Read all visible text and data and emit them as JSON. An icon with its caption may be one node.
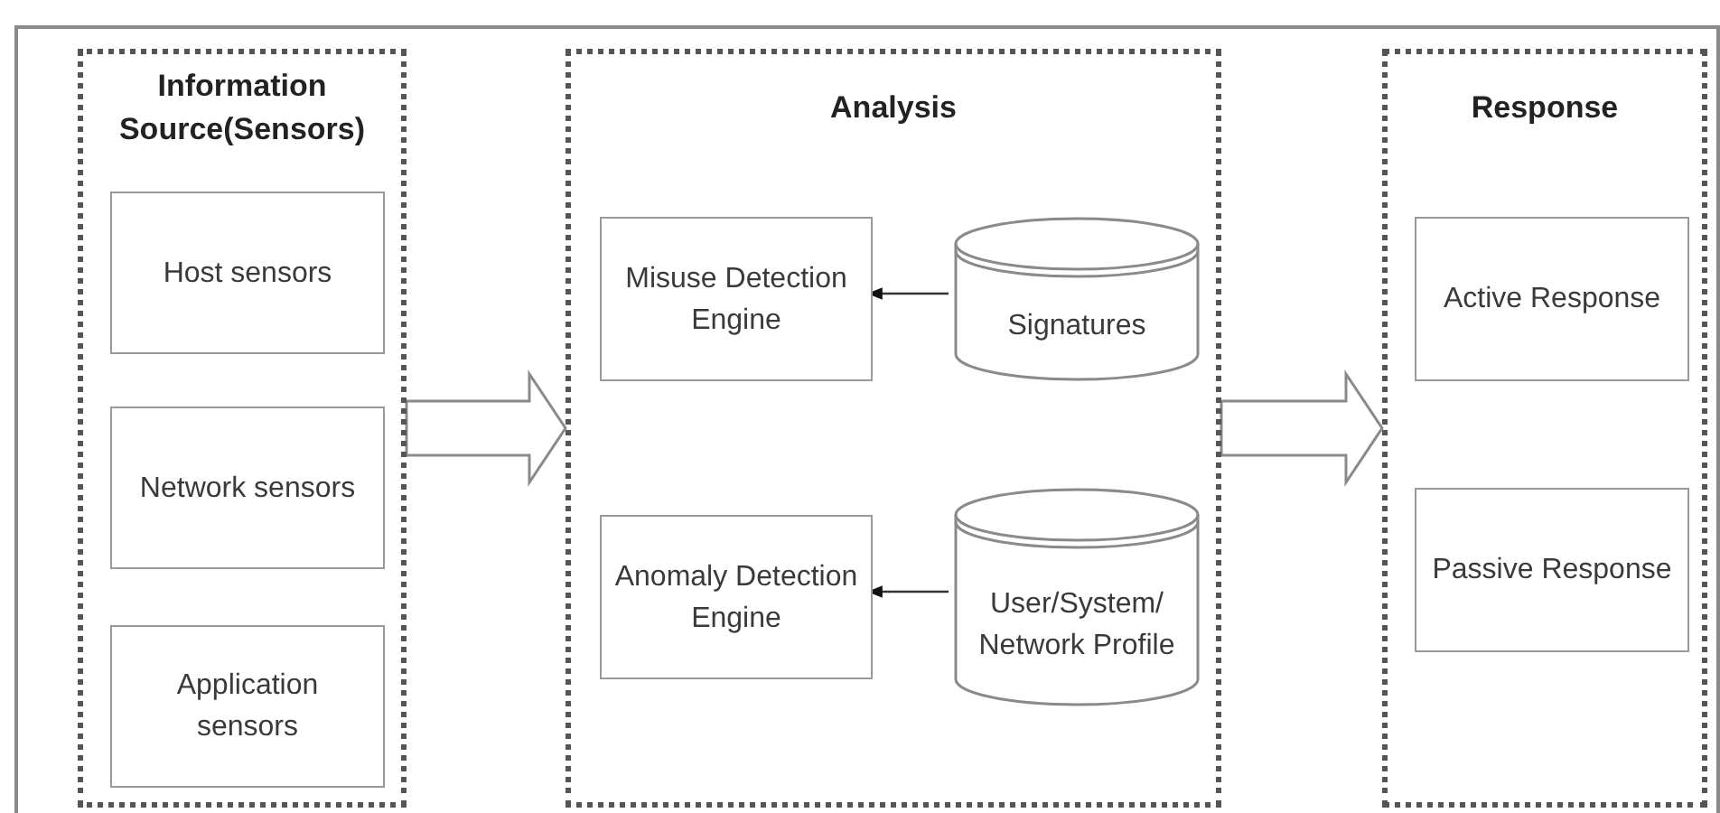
{
  "diagram": {
    "nodes": [
      {
        "text": [
          "Information Source(Sensors)"
        ]
      },
      {
        "text": [
          "Host sensors"
        ],
        "in": 0
      },
      {
        "text": [
          "Network sensors"
        ],
        "in": 0
      },
      {
        "text": [
          "Application sensors"
        ],
        "in": 0
      },
      {
        "text": [
          "Analysis"
        ]
      },
      {
        "text": [
          "Misuse Detection Engine"
        ],
        "in": 4
      },
      {
        "text": [
          "Signatures"
        ],
        "in": 4
      },
      {
        "text": [
          "Anomaly Detection Engine"
        ],
        "in": 4
      },
      {
        "text": [
          "User/System/ Network Profile"
        ],
        "in": 4
      },
      {
        "text": [
          "Response"
        ]
      },
      {
        "text": [
          "Active Response"
        ],
        "in": 9
      },
      {
        "text": [
          "Passive Response"
        ],
        "in": 9
      }
    ],
    "edges": [
      {
        "from": 0,
        "to": 4,
        "arrow": "to",
        "style": "thick"
      },
      {
        "from": 6,
        "to": 5,
        "arrow": "to"
      },
      {
        "from": 8,
        "to": 7,
        "arrow": "to"
      },
      {
        "from": 4,
        "to": 9,
        "arrow": "to",
        "style": "thick"
      }
    ]
  }
}
